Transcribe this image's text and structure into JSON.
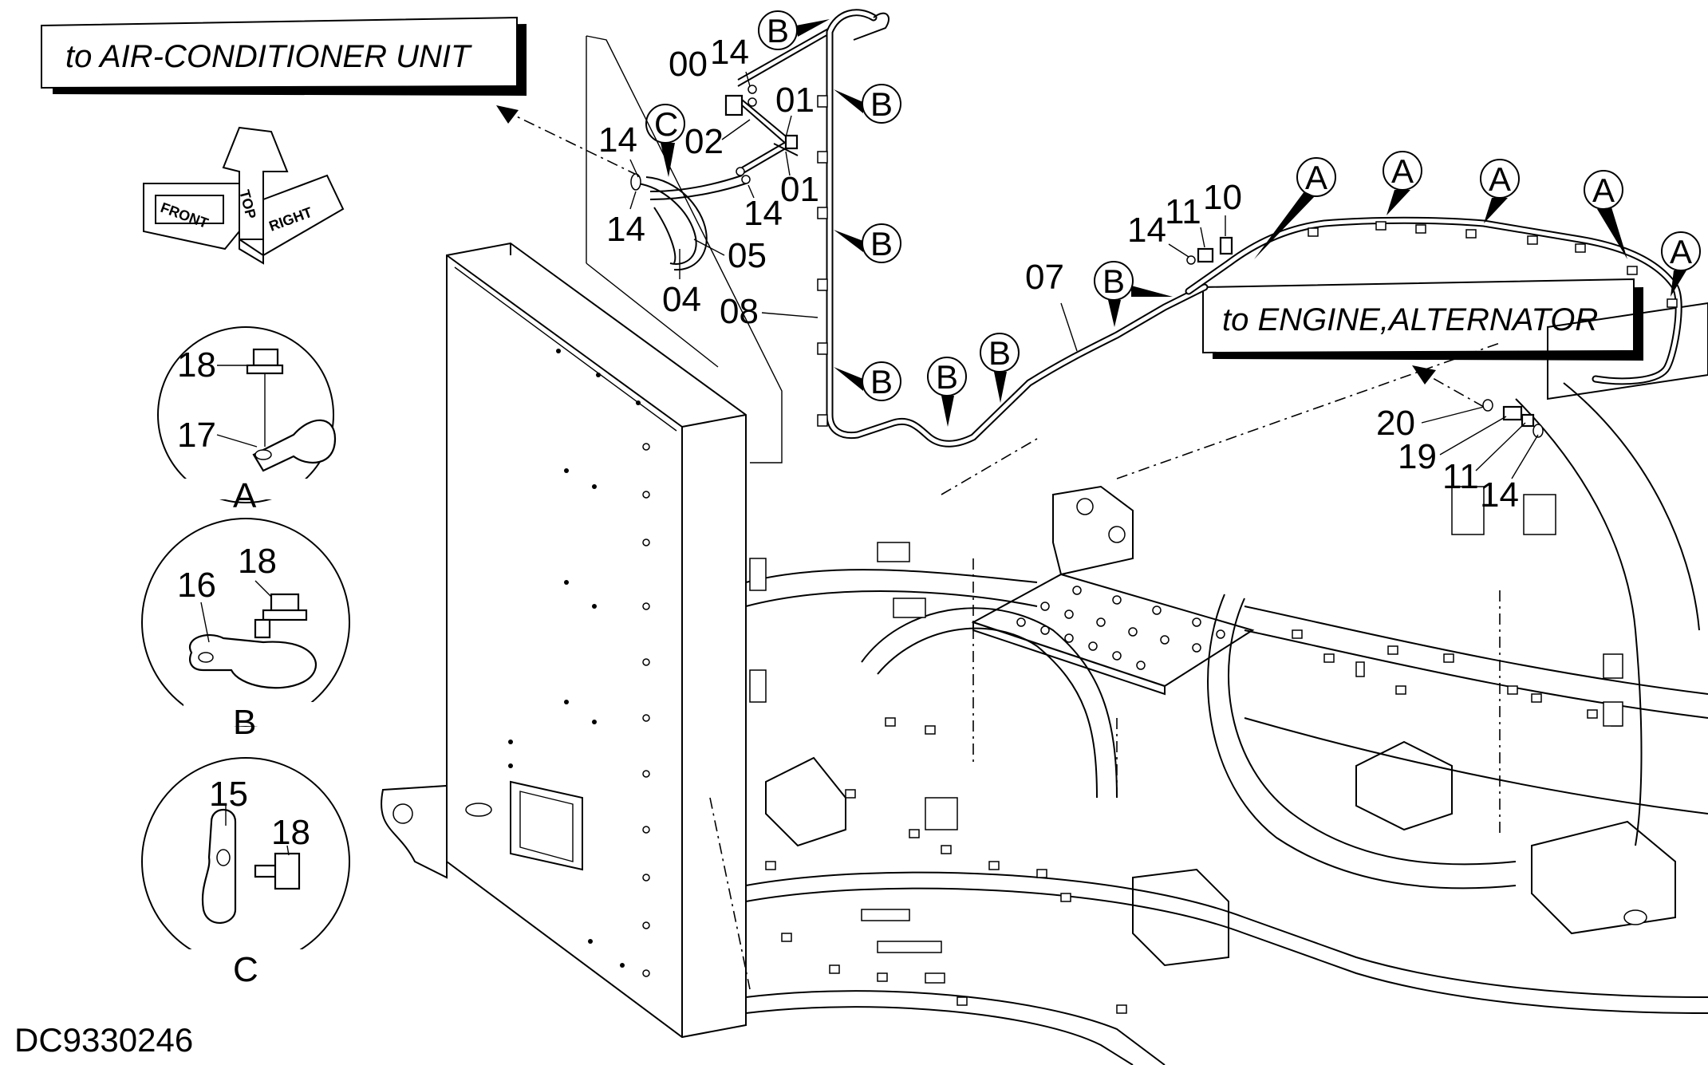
{
  "drawing_id": "DC9330246",
  "banners": {
    "air_conditioner": "to AIR-CONDITIONER UNIT",
    "engine": "to ENGINE,ALTERNATOR"
  },
  "direction_arrows": {
    "front": "FRONT",
    "top": "TOP",
    "right": "RIGHT"
  },
  "detail_views": {
    "a": {
      "title": "A",
      "bolt": "18",
      "clamp": "17"
    },
    "b": {
      "title": "B",
      "bolt": "18",
      "clamp": "16"
    },
    "c": {
      "title": "C",
      "bolt": "18",
      "clamp": "15"
    }
  },
  "part_numbers": {
    "n00": "00",
    "n01a": "01",
    "n01b": "01",
    "n02": "02",
    "n04": "04",
    "n05": "05",
    "n07": "07",
    "n08": "08",
    "n10": "10",
    "n11a": "11",
    "n11b": "11",
    "n14a": "14",
    "n14b": "14",
    "n14c": "14",
    "n14d": "14",
    "n14e": "14",
    "n14f": "14",
    "n19": "19",
    "n20": "20"
  },
  "clamp_callouts": {
    "a_marker": "A",
    "b_marker": "B",
    "c_marker": "C"
  },
  "colors": {
    "line": "#000000",
    "background": "#ffffff"
  }
}
